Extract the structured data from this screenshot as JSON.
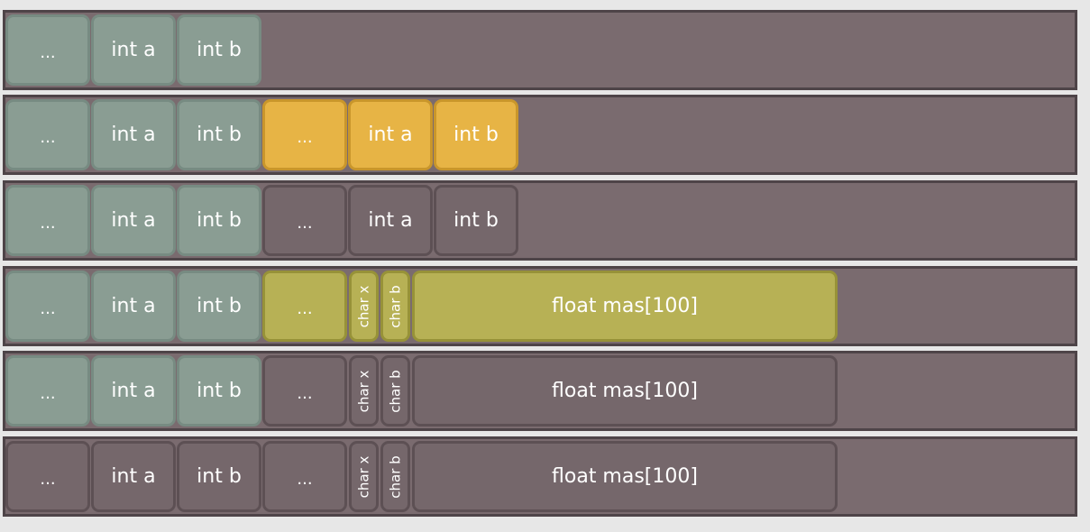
{
  "rows": [
    {
      "cells": [
        {
          "label": "...",
          "color": "green",
          "kind": "dots"
        },
        {
          "label": "int a",
          "color": "green"
        },
        {
          "label": "int b",
          "color": "green"
        }
      ]
    },
    {
      "cells": [
        {
          "label": "...",
          "color": "green",
          "kind": "dots"
        },
        {
          "label": "int a",
          "color": "green"
        },
        {
          "label": "int b",
          "color": "green"
        },
        {
          "label": "...",
          "color": "orange",
          "kind": "dots"
        },
        {
          "label": "int a",
          "color": "orange"
        },
        {
          "label": "int b",
          "color": "orange"
        }
      ]
    },
    {
      "cells": [
        {
          "label": "...",
          "color": "green",
          "kind": "dots"
        },
        {
          "label": "int a",
          "color": "green"
        },
        {
          "label": "int b",
          "color": "green"
        },
        {
          "label": "...",
          "color": "plain",
          "kind": "dots"
        },
        {
          "label": "int a",
          "color": "plain"
        },
        {
          "label": "int b",
          "color": "plain"
        }
      ]
    },
    {
      "cells": [
        {
          "label": "...",
          "color": "green",
          "kind": "dots"
        },
        {
          "label": "int a",
          "color": "green"
        },
        {
          "label": "int b",
          "color": "green"
        },
        {
          "label": "...",
          "color": "olive",
          "kind": "dots"
        },
        {
          "label": "char x",
          "color": "olive",
          "kind": "narrow"
        },
        {
          "label": "char b",
          "color": "olive",
          "kind": "narrow"
        },
        {
          "label": "float mas[100]",
          "color": "olive",
          "kind": "big"
        }
      ]
    },
    {
      "cells": [
        {
          "label": "...",
          "color": "green",
          "kind": "dots"
        },
        {
          "label": "int a",
          "color": "green"
        },
        {
          "label": "int b",
          "color": "green"
        },
        {
          "label": "...",
          "color": "plain",
          "kind": "dots"
        },
        {
          "label": "char x",
          "color": "plain",
          "kind": "narrow"
        },
        {
          "label": "char b",
          "color": "plain",
          "kind": "narrow"
        },
        {
          "label": "float mas[100]",
          "color": "plain",
          "kind": "big"
        }
      ]
    },
    {
      "cells": [
        {
          "label": "...",
          "color": "plain",
          "kind": "dots"
        },
        {
          "label": "int a",
          "color": "plain"
        },
        {
          "label": "int b",
          "color": "plain"
        },
        {
          "label": "...",
          "color": "plain",
          "kind": "dots"
        },
        {
          "label": "char x",
          "color": "plain",
          "kind": "narrow"
        },
        {
          "label": "char b",
          "color": "plain",
          "kind": "narrow"
        },
        {
          "label": "float mas[100]",
          "color": "plain",
          "kind": "big"
        }
      ]
    }
  ]
}
